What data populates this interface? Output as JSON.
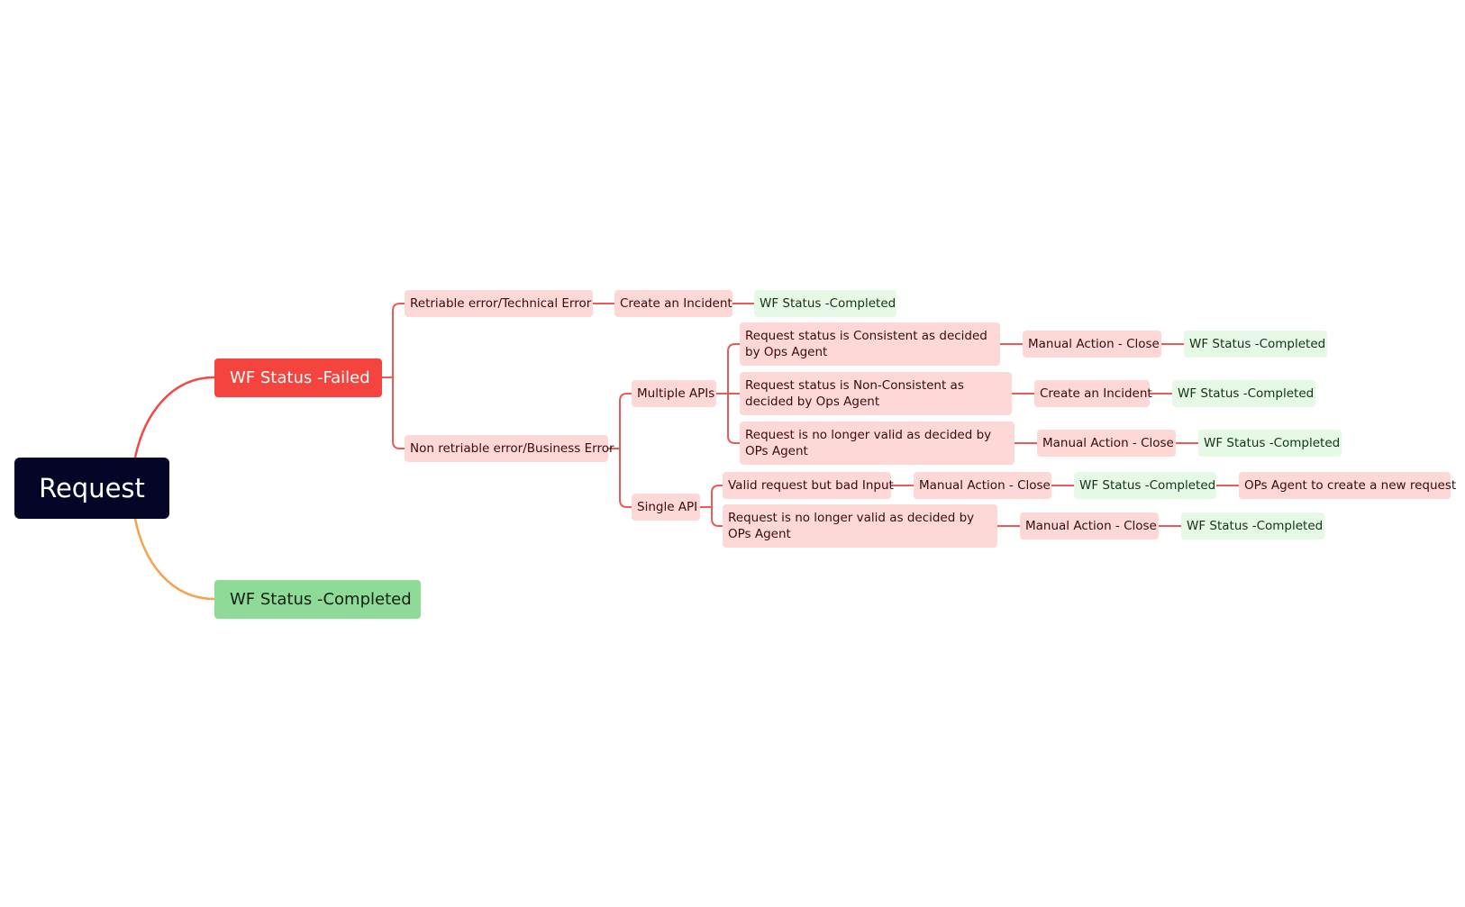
{
  "root": {
    "label": "Request"
  },
  "branch_failed": {
    "label": "WF Status -Failed",
    "retriable": {
      "label": "Retriable error/Technical Error",
      "incident": "Create an Incident",
      "status": "WF Status -Completed"
    },
    "non_retriable": {
      "label": "Non retriable error/Business Error",
      "multiple_apis": {
        "label": "Multiple APIs",
        "consistent": {
          "label": "Request status is Consistent as decided by Ops Agent",
          "action": "Manual Action - Close",
          "status": "WF Status -Completed"
        },
        "non_consistent": {
          "label": "Request status is Non-Consistent as decided by Ops Agent",
          "action": "Create an Incident",
          "status": "WF Status -Completed"
        },
        "no_longer_valid": {
          "label": "Request is no longer valid as decided by OPs Agent",
          "action": "Manual Action - Close",
          "status": "WF Status -Completed"
        }
      },
      "single_api": {
        "label": "Single API",
        "bad_input": {
          "label": "Valid request but bad Input",
          "action": "Manual Action - Close",
          "status": "WF Status -Completed",
          "next": "OPs Agent to create a new request"
        },
        "no_longer_valid": {
          "label": "Request is no longer valid as decided by OPs Agent",
          "action": "Manual Action - Close",
          "status": "WF Status -Completed"
        }
      }
    }
  },
  "branch_completed": {
    "label": "WF Status -Completed"
  },
  "colors": {
    "root": "#050627",
    "failed": "#f4443d",
    "completed": "#8ddb97",
    "failed_link": "#ef4a45",
    "completed_link": "#f4a34b",
    "sub_link": "#e85b58",
    "pink_node": "#fdd8d6",
    "green_node": "#e6f8e6"
  }
}
